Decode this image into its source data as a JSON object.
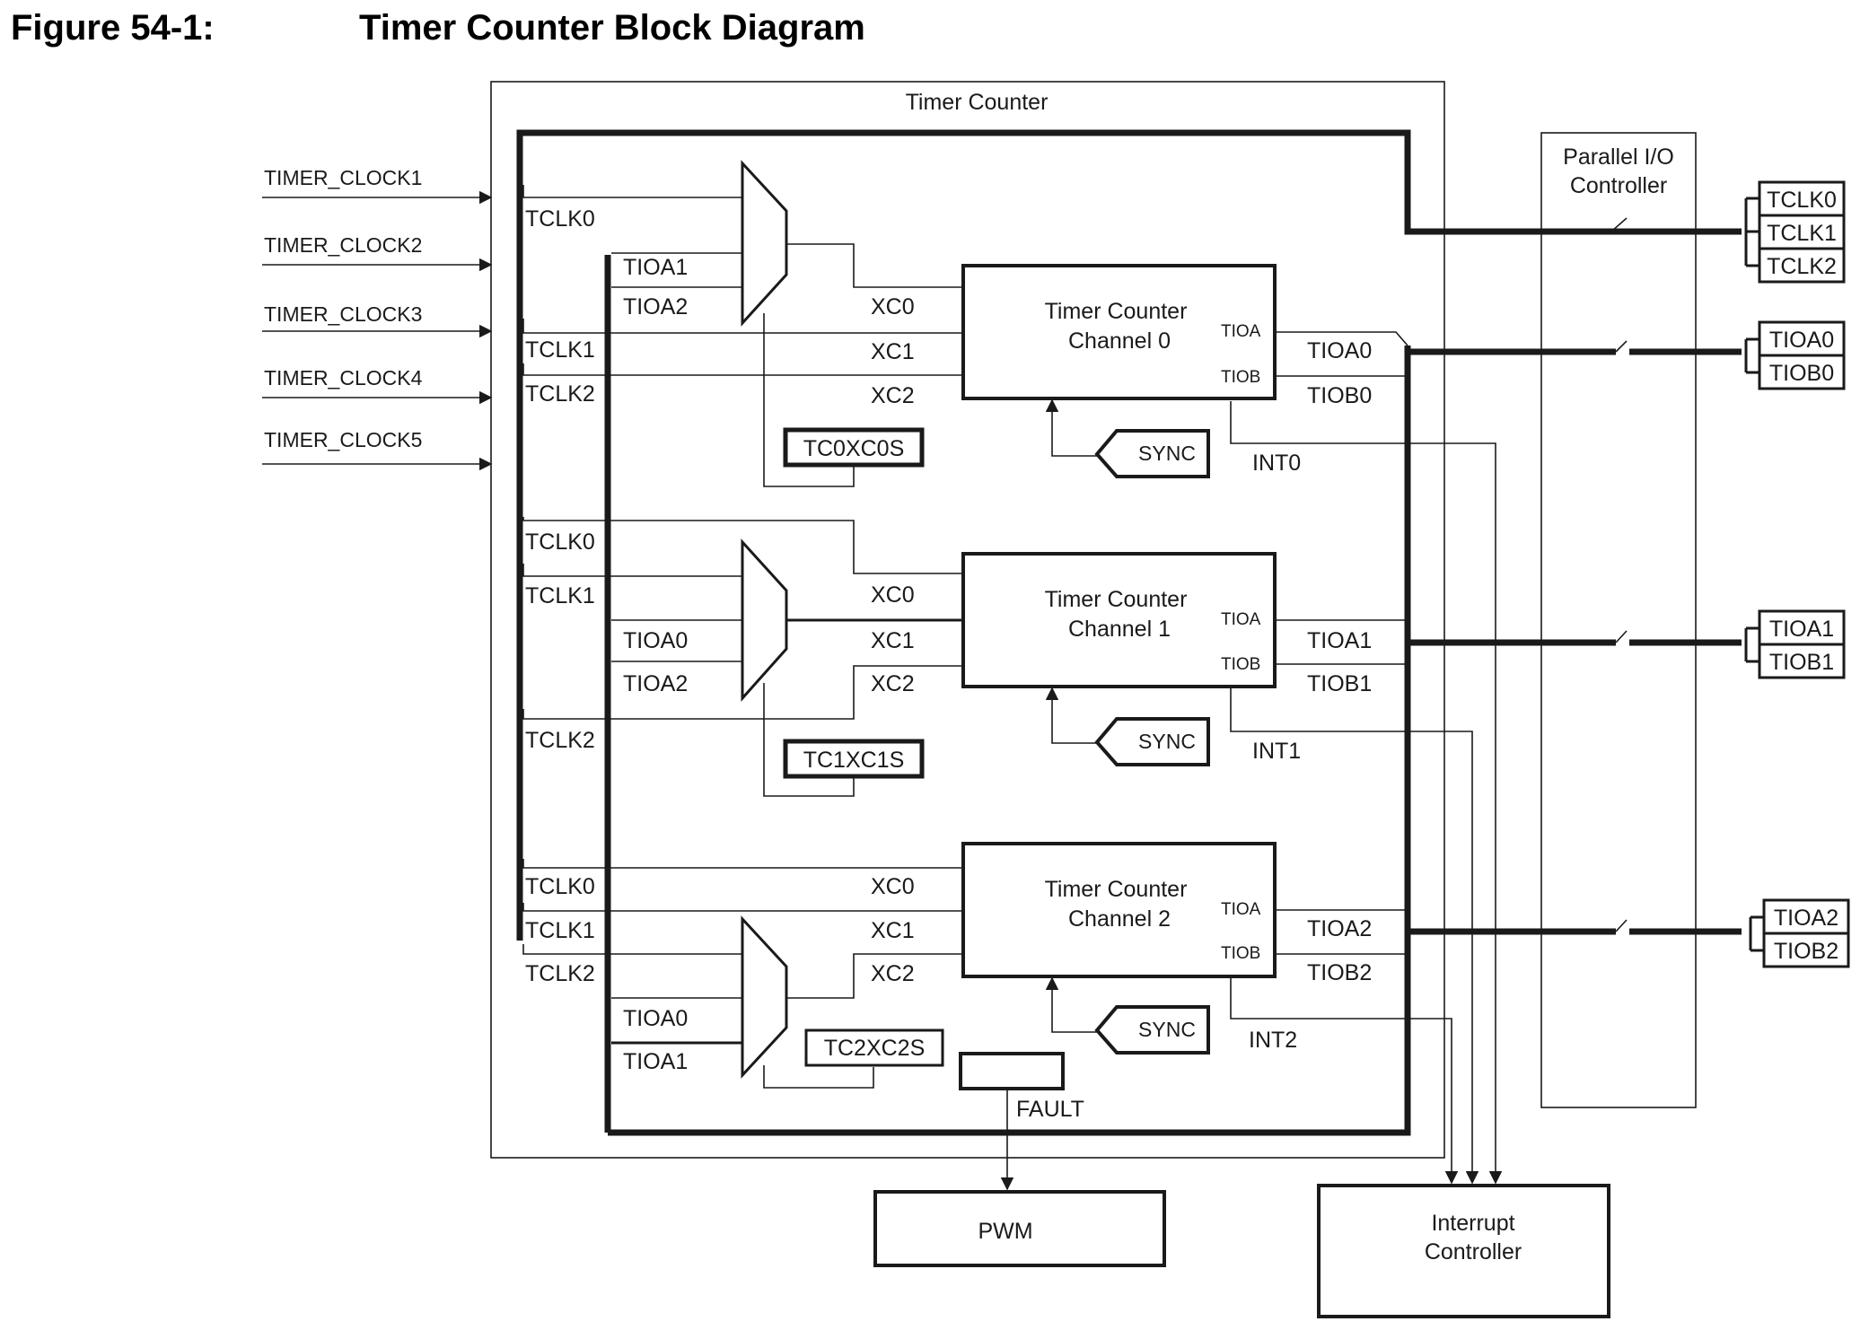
{
  "figure": {
    "number": "Figure 54-1:",
    "title": "Timer Counter Block Diagram"
  },
  "timer_counter": {
    "title": "Timer Counter",
    "inputs": [
      "TIMER_CLOCK1",
      "TIMER_CLOCK2",
      "TIMER_CLOCK3",
      "TIMER_CLOCK4",
      "TIMER_CLOCK5"
    ],
    "channels": [
      {
        "name_line1": "Timer Counter",
        "name_line2": "Channel 0",
        "tioa_pin": "TIOA",
        "tiob_pin": "TIOB",
        "out_a": "TIOA0",
        "out_b": "TIOB0",
        "sync": "SYNC",
        "int": "INT0",
        "xc0": "XC0",
        "xc1": "XC1",
        "xc2": "XC2",
        "mux_in1": "TIOA1",
        "mux_in2": "TIOA2",
        "tclk0": "TCLK0",
        "tclk1": "TCLK1",
        "tclk2": "TCLK2",
        "select": "TC0XC0S"
      },
      {
        "name_line1": "Timer Counter",
        "name_line2": "Channel 1",
        "tioa_pin": "TIOA",
        "tiob_pin": "TIOB",
        "out_a": "TIOA1",
        "out_b": "TIOB1",
        "sync": "SYNC",
        "int": "INT1",
        "xc0": "XC0",
        "xc1": "XC1",
        "xc2": "XC2",
        "mux_in1": "TIOA0",
        "mux_in2": "TIOA2",
        "tclk0": "TCLK0",
        "tclk1": "TCLK1",
        "tclk2": "TCLK2",
        "select": "TC1XC1S"
      },
      {
        "name_line1": "Timer Counter",
        "name_line2": "Channel 2",
        "tioa_pin": "TIOA",
        "tiob_pin": "TIOB",
        "out_a": "TIOA2",
        "out_b": "TIOB2",
        "sync": "SYNC",
        "int": "INT2",
        "xc0": "XC0",
        "xc1": "XC1",
        "xc2": "XC2",
        "mux_in1": "TIOA0",
        "mux_in2": "TIOA1",
        "tclk0": "TCLK0",
        "tclk1": "TCLK1",
        "tclk2": "TCLK2",
        "select": "TC2XC2S"
      }
    ],
    "fault": "FAULT"
  },
  "pio": {
    "title_line1": "Parallel I/O",
    "title_line2": "Controller",
    "pins": {
      "clk": [
        "TCLK0",
        "TCLK1",
        "TCLK2"
      ],
      "ch0": [
        "TIOA0",
        "TIOB0"
      ],
      "ch1": [
        "TIOA1",
        "TIOB1"
      ],
      "ch2": [
        "TIOA2",
        "TIOB2"
      ]
    }
  },
  "pwm": {
    "label": "PWM"
  },
  "interrupt_controller": {
    "line1": "Interrupt",
    "line2": "Controller"
  }
}
